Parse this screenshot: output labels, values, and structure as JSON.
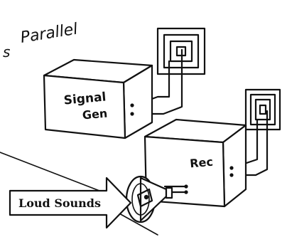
{
  "title": "Parallel",
  "title_fragment": "s",
  "signal_generator": {
    "label_line1": "Signal",
    "label_line2": "Gen"
  },
  "receiver": {
    "label": "Rec"
  },
  "input_arrow": {
    "label": "Loud Sounds"
  },
  "colors": {
    "ink": "#111111",
    "paper": "#ffffff"
  }
}
